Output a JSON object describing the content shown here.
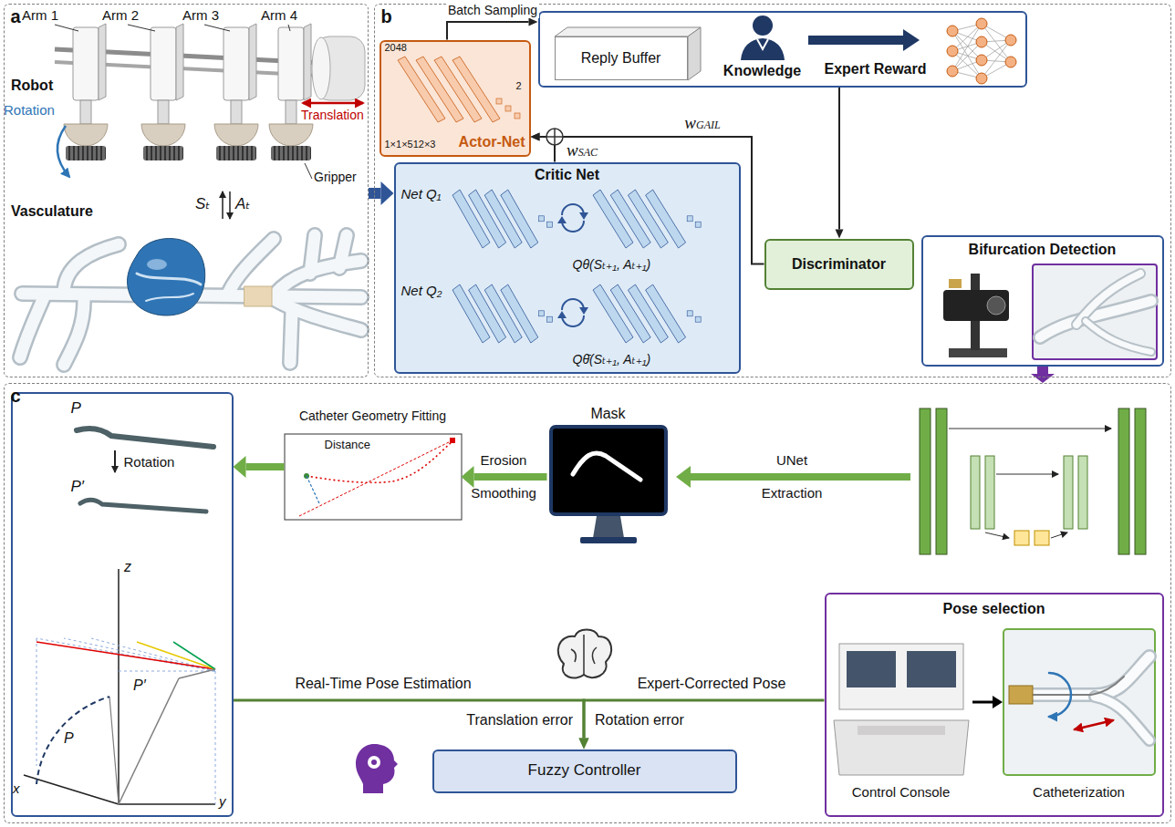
{
  "diagram": {
    "nodes": [
      {
        "text": [
          "a"
        ]
      },
      {
        "text": [
          "b"
        ]
      },
      {
        "text": [
          "Knowledge",
          "Expert Reward"
        ],
        "in": 1
      },
      {
        "text": [
          "Reply Buffer"
        ],
        "in": 2
      },
      {
        "text": [
          "2048",
          "2",
          "1×1×512×3",
          "Actor-Net"
        ],
        "in": 1
      },
      {
        "text": [
          "Critic Net",
          "Net Q₁",
          "Qθ(Sₜ₊₁, Aₜ₊₁)",
          "Net Q₂",
          "Qθ̄(Sₜ₊₁, Aₜ₊₁)"
        ],
        "in": 1
      },
      {
        "text": [
          "Discriminator"
        ],
        "in": 1
      },
      {
        "text": [
          "Bifurcation Detection"
        ],
        "in": 1
      },
      {
        "text": [
          "c"
        ]
      },
      {
        "text": [
          "P",
          "Rotation",
          "P′"
        ],
        "in": 8
      },
      {
        "text": [
          "Catheter Geometry Fitting",
          "Distance"
        ],
        "in": 8
      },
      {
        "text": [
          "Mask"
        ],
        "in": 8
      },
      {
        "text": [
          "Fuzzy Controller"
        ],
        "in": 8
      },
      {
        "text": [
          "Pose selection",
          "Control Console",
          "Catheterization"
        ],
        "in": 8
      }
    ],
    "edges": [
      {
        "from": 4,
        "to": 2,
        "label": "Batch Sampling",
        "arrow": "to"
      },
      {
        "from": 2,
        "to": 6,
        "arrow": "to"
      },
      {
        "from": 6,
        "to": 4,
        "label": "wGAIL",
        "arrow": "to"
      },
      {
        "from": 5,
        "to": 4,
        "label": "wSAC",
        "arrow": "to"
      },
      {
        "from": 0,
        "to": 5,
        "arrow": "to"
      },
      {
        "from": 7,
        "to": 8,
        "arrow": "to"
      },
      {
        "from": 11,
        "to": 10,
        "arrow": "to"
      },
      {
        "from": 10,
        "to": 9,
        "arrow": "to"
      },
      {
        "from": 9,
        "to": 12,
        "label": "Real-Time Pose Estimation",
        "arrow": "to"
      },
      {
        "from": 13,
        "to": 12,
        "label": "Expert-Corrected Pose",
        "arrow": "to"
      }
    ],
    "labels": [
      "Arm 1",
      "Arm 2",
      "Arm 3",
      "Arm 4",
      "Robot",
      "Rotation",
      "Translation",
      "Gripper",
      "Vasculature",
      "Sₜ",
      "Aₜ",
      "UNet",
      "Extraction",
      "Erosion",
      "Smoothing",
      "Translation error",
      "Rotation error",
      "z",
      "P′",
      "P",
      "x",
      "y"
    ]
  }
}
